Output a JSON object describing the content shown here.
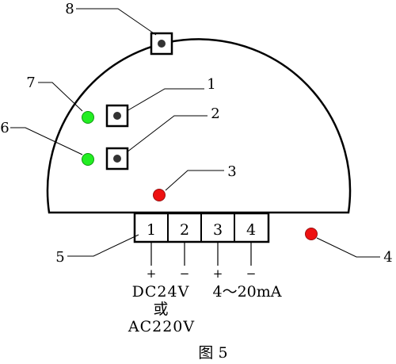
{
  "callouts": [
    "1",
    "2",
    "3",
    "4",
    "5",
    "6",
    "7",
    "8"
  ],
  "terminals": [
    "1",
    "2",
    "3",
    "4"
  ],
  "polarity": [
    "+",
    "−",
    "+",
    "−"
  ],
  "power_label_line1": "DC24V",
  "power_label_line2": "或",
  "power_label_line3": "AC220V",
  "signal_label": "4～20mA",
  "figure_caption": "图 5",
  "colors": {
    "led_green": "#22ee22",
    "led_red": "#ee1111",
    "outline": "#000000",
    "button_dot": "#333333"
  }
}
